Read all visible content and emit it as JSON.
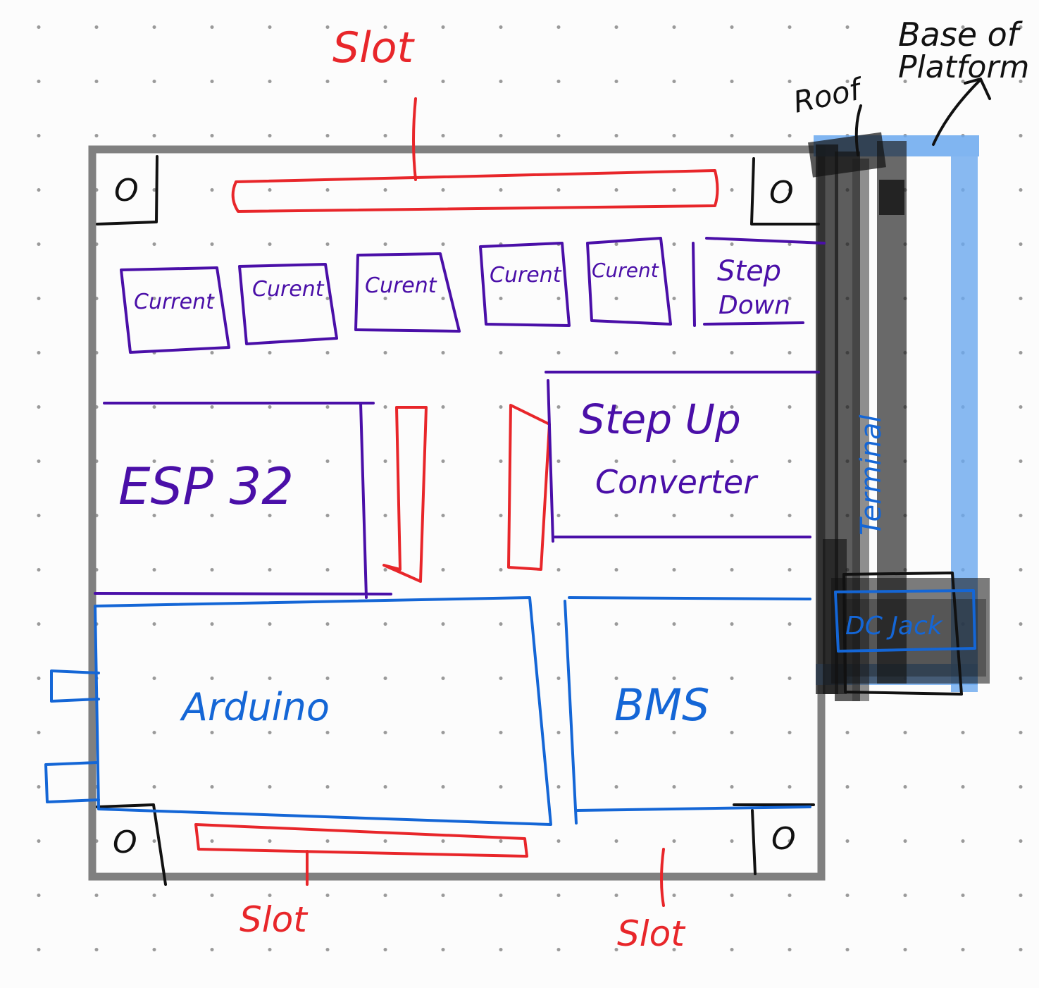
{
  "labels": {
    "slot_top": "Slot",
    "slot_bottom_left": "Slot",
    "slot_bottom_right": "Slot",
    "roof": "Roof",
    "base_of_platform_line1": "Base of",
    "base_of_platform_line2": "Platform",
    "current_1": "Current",
    "current_2": "Curent",
    "current_3": "Curent",
    "current_4": "Curent",
    "current_5": "Curent",
    "step_down_line1": "Step",
    "step_down_line2": "Down",
    "esp32": "ESP 32",
    "step_up_line1": "Step Up",
    "step_up_line2": "Converter",
    "arduino": "Arduino",
    "bms": "BMS",
    "terminal": "Terminal",
    "dc_jack": "DC Jack",
    "hole_top_left": "O",
    "hole_top_right": "O",
    "hole_bottom_left": "O",
    "hole_bottom_right": "O"
  },
  "colors": {
    "slot": "#e8262a",
    "power_modules": "#4a0fa8",
    "controllers": "#1466d6",
    "outline": "#808080",
    "platform_base": "#6aa8ee",
    "roof": "#222222"
  }
}
